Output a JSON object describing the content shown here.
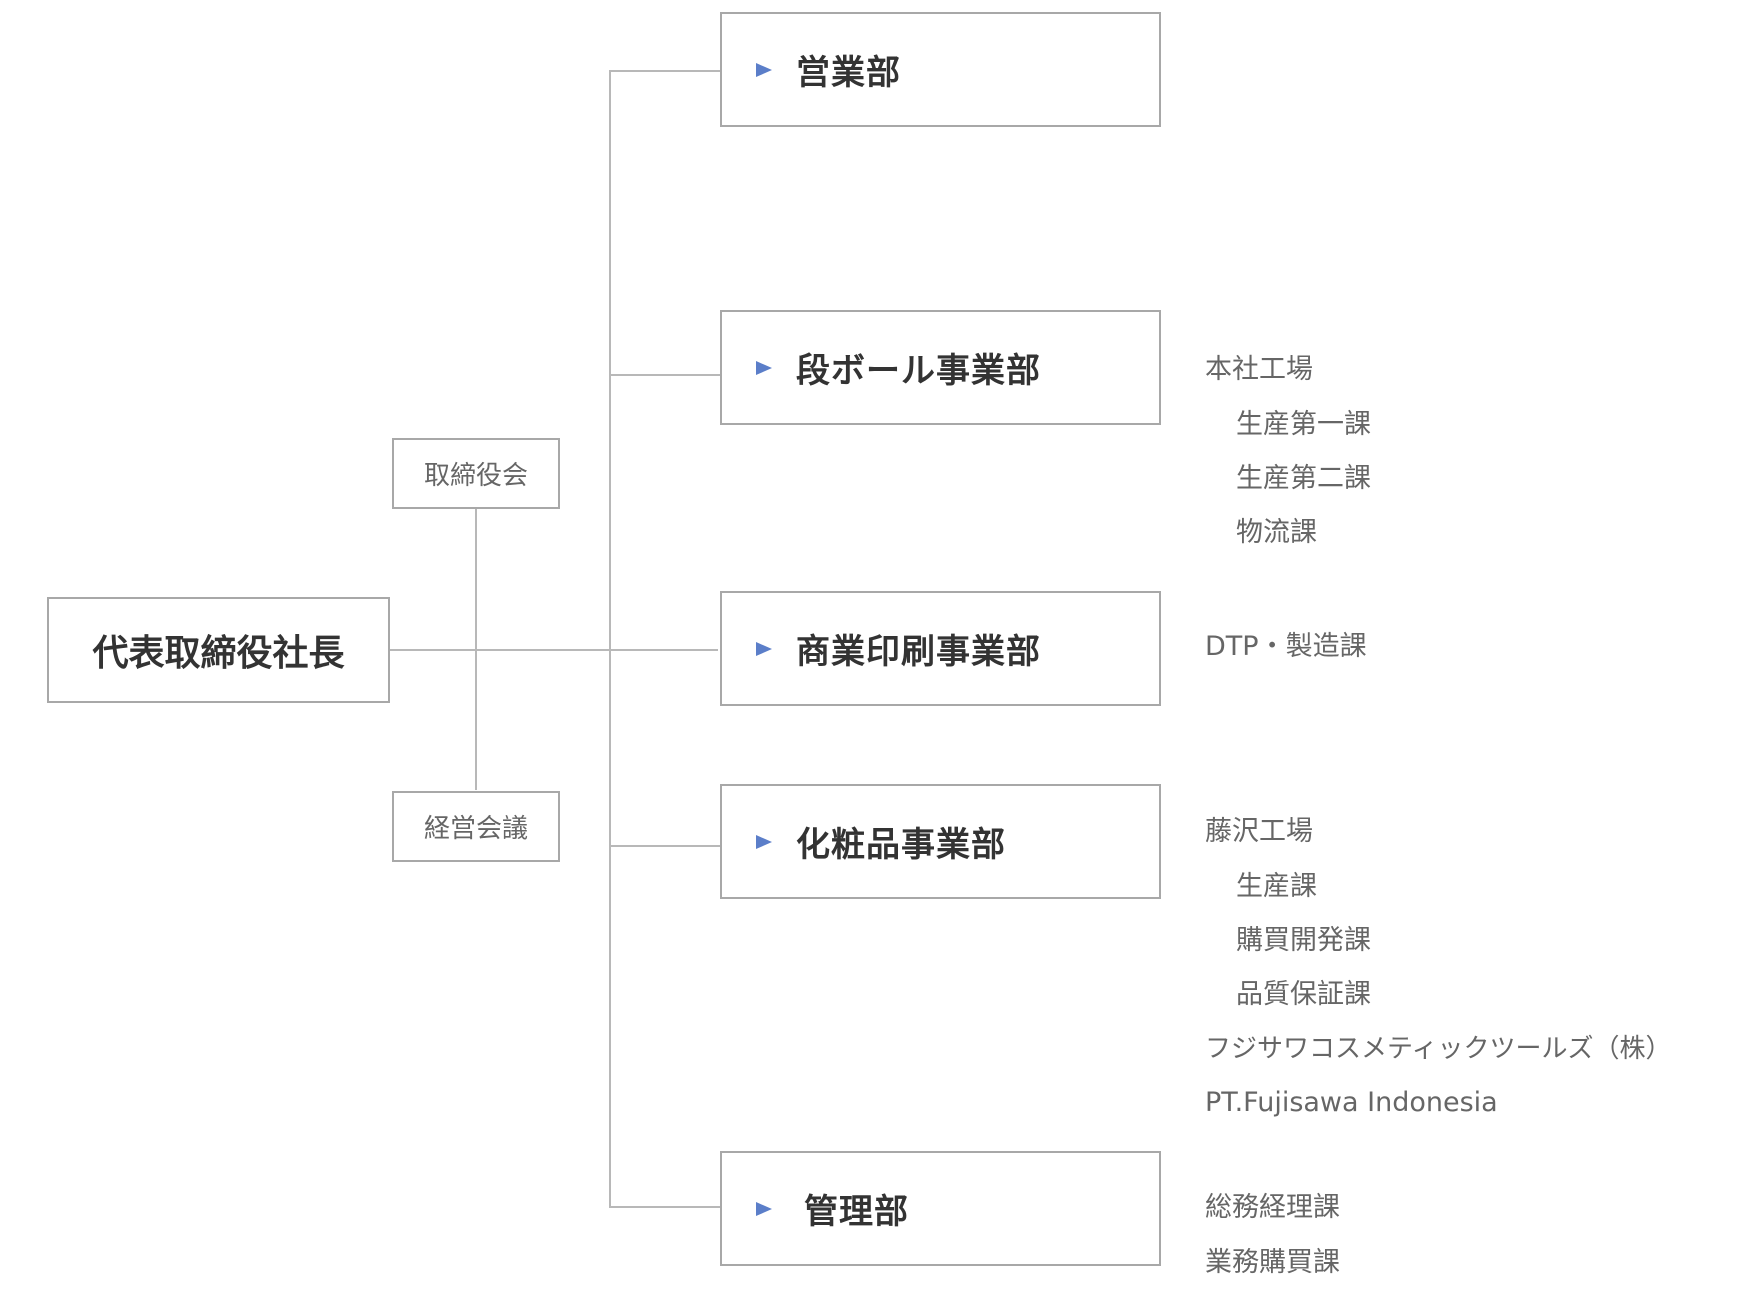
{
  "ceo": {
    "label": "代表取締役社長"
  },
  "board": {
    "label": "取締役会"
  },
  "management_meeting": {
    "label": "経営会議"
  },
  "departments": [
    {
      "label": "営業部",
      "subunits": []
    },
    {
      "label": "段ボール事業部",
      "subunits": [
        {
          "label": "本社工場",
          "level": 0
        },
        {
          "label": "生産第一課",
          "level": 1
        },
        {
          "label": "生産第二課",
          "level": 1
        },
        {
          "label": "物流課",
          "level": 1
        }
      ]
    },
    {
      "label": "商業印刷事業部",
      "subunits": [
        {
          "label": "DTP・製造課",
          "level": 0
        }
      ]
    },
    {
      "label": "化粧品事業部",
      "subunits": [
        {
          "label": "藤沢工場",
          "level": 0
        },
        {
          "label": "生産課",
          "level": 1
        },
        {
          "label": "購買開発課",
          "level": 1
        },
        {
          "label": "品質保証課",
          "level": 1
        },
        {
          "label": "フジサワコスメティックツールズ（株）",
          "level": 0
        },
        {
          "label": "PT.Fujisawa Indonesia",
          "level": 0
        }
      ]
    },
    {
      "label": "管理部",
      "subunits": [
        {
          "label": "総務経理課",
          "level": 0
        },
        {
          "label": "業務購買課",
          "level": 0
        }
      ]
    }
  ],
  "colors": {
    "arrow": "#5b7ec9",
    "border": "#a8a8a8",
    "line": "#b8b8b8",
    "main_text": "#333333",
    "sub_text": "#666666"
  }
}
